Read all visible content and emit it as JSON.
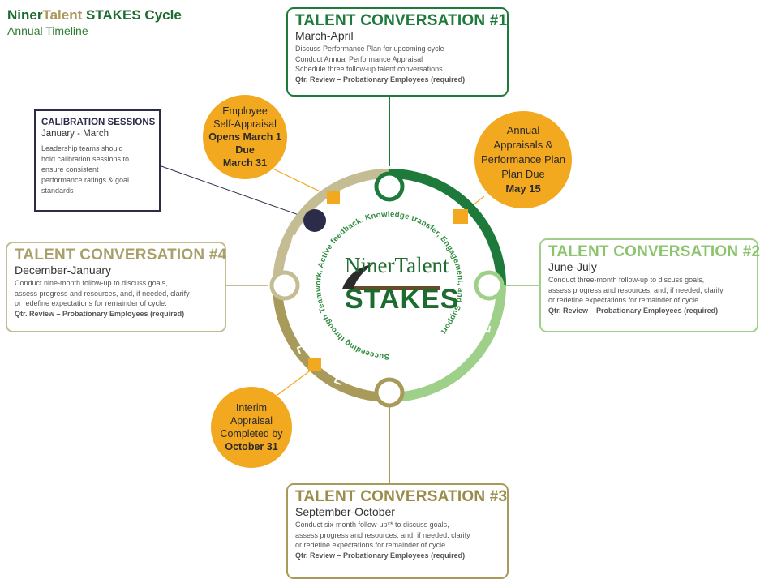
{
  "header": {
    "title_part1": "Niner",
    "title_part2": "Talent",
    "title_part3": " STAKES Cycle",
    "subtitle": "Annual Timeline"
  },
  "conversations": [
    {
      "heading": "TALENT CONVERSATION #1",
      "months": "March-April",
      "lines": [
        "Discuss Performance Plan for upcoming cycle",
        "Conduct Annual Performance Appraisal",
        "Schedule three follow-up talent conversations"
      ],
      "required": "Qtr. Review – Probationary Employees (required)"
    },
    {
      "heading": "TALENT CONVERSATION #2",
      "months": "June-July",
      "lines": [
        "Conduct three-month follow-up to discuss goals,",
        "assess progress and resources, and, if needed, clarify",
        "or redefine expectations for remainder of cycle"
      ],
      "required": "Qtr. Review – Probationary Employees (required)"
    },
    {
      "heading": "TALENT CONVERSATION #3",
      "months": "September-October",
      "lines": [
        "Conduct six-month follow-up** to discuss goals,",
        "assess progress and resources, and, if needed, clarify",
        "or redefine expectations for remainder of cycle"
      ],
      "required": "Qtr. Review – Probationary Employees (required)"
    },
    {
      "heading": "TALENT CONVERSATION #4",
      "months": "December-January",
      "lines": [
        "Conduct nine-month follow-up to discuss goals,",
        "assess progress and resources, and, if needed, clarify",
        "or redefine expectations for remainder of cycle."
      ],
      "required": "Qtr. Review – Probationary Employees (required)"
    }
  ],
  "calibration": {
    "heading": "CALIBRATION SESSIONS",
    "months": "January - March",
    "lines": [
      "Leadership teams should",
      "hold calibration sessions to",
      "ensure consistent",
      "performance ratings & goal",
      "standards"
    ]
  },
  "deadlines": {
    "self_appraisal": [
      "Employee",
      "Self-Appraisal",
      "Opens March 1",
      "Due",
      "March 31"
    ],
    "annual": [
      "Annual",
      "Appraisals &",
      "Performance Plan",
      "Plan Due",
      "May 15"
    ],
    "interim": [
      "Interim",
      "Appraisal",
      "Completed by",
      "October 31"
    ]
  },
  "logo": {
    "name": "NinerTalent",
    "stakes": "STAKES",
    "ring_text": "Succeeding through Teamwork, Active feedback, Knowledge transfer, Engagement, and Support"
  },
  "colors": {
    "dark_green": "#1d7a3a",
    "light_green": "#9fd08a",
    "olive": "#a89a5a",
    "khaki": "#c4bd94",
    "orange": "#f2a81f",
    "navy": "#2b2b4a"
  }
}
